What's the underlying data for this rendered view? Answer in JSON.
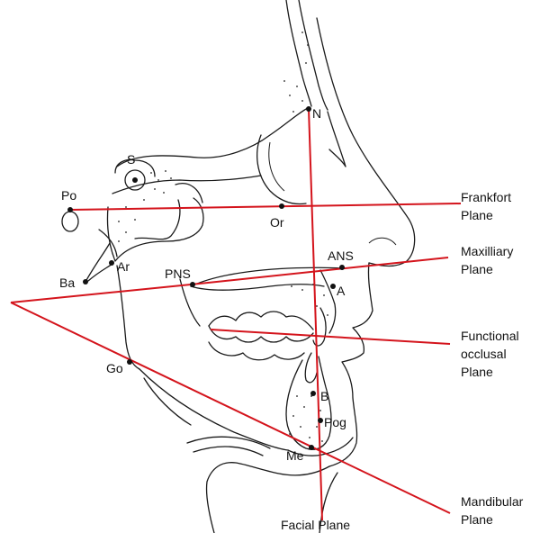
{
  "landmarks": {
    "S": "S",
    "N": "N",
    "Po": "Po",
    "Or": "Or",
    "ANS": "ANS",
    "PNS": "PNS",
    "Ba": "Ba",
    "Ar": "Ar",
    "A": "A",
    "Go": "Go",
    "B": "B",
    "Pog": "Pog",
    "Me": "Me"
  },
  "planes": {
    "frankfort": [
      "Frankfort",
      "Plane"
    ],
    "maxillary": [
      "Maxilliary",
      "Plane"
    ],
    "occlusal": [
      "Functional",
      "occlusal",
      "Plane"
    ],
    "mandibular": [
      "Mandibular",
      "Plane"
    ],
    "facial": "Facial Plane"
  },
  "colors": {
    "plane_line": "#d4141c",
    "drawing": "#1a1a1a"
  }
}
